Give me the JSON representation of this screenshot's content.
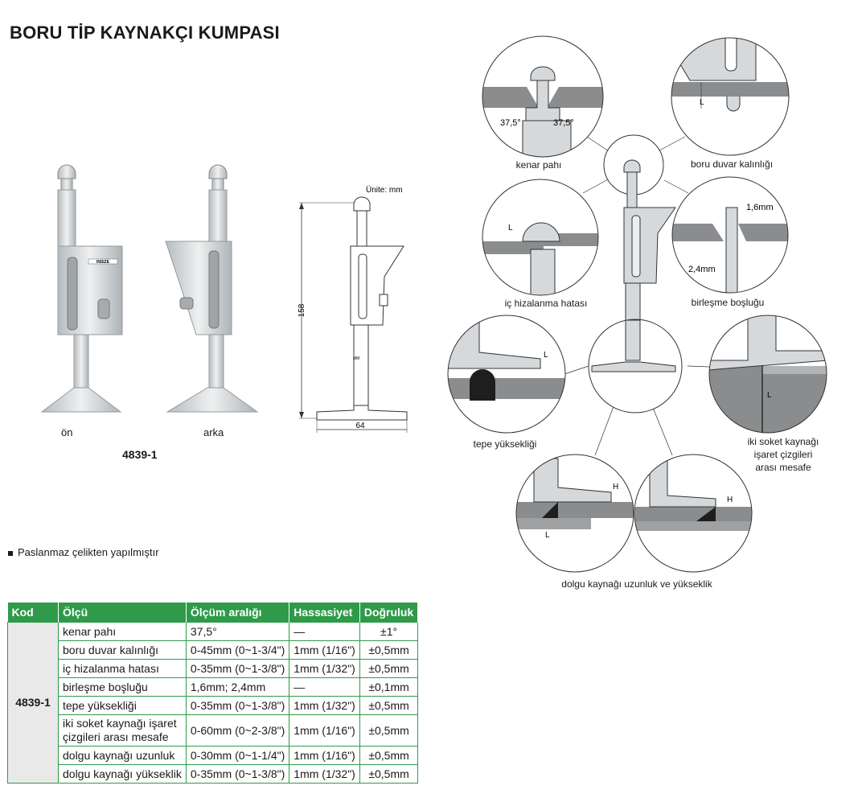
{
  "title": "BORU TİP KAYNAKÇI KUMPASI",
  "photos": {
    "front_label": "ön",
    "back_label": "arka",
    "model": "4839-1",
    "brand": "INSIZE"
  },
  "drawing": {
    "unit": "Ünite: mm",
    "height": "158",
    "width": "64",
    "mm_mark": "MM"
  },
  "feature": "Paslanmaz çelikten yapılmıştır",
  "diagrams": {
    "kenar_pahi": "kenar pahı",
    "angle_left": "37,5°",
    "angle_right": "37,5°",
    "boru_duvar": "boru duvar kalınlığı",
    "ic_hizalanma": "iç hizalanma hatası",
    "birlesme": "birleşme boşluğu",
    "gap1": "1,6mm",
    "gap2": "2,4mm",
    "tepe": "tepe yüksekliği",
    "iki_soket_1": "iki soket kaynağı",
    "iki_soket_2": "işaret çizgileri",
    "iki_soket_3": "arası mesafe",
    "dolgu": "dolgu kaynağı uzunluk ve yükseklik",
    "mark_L": "L",
    "mark_H": "H"
  },
  "table": {
    "headers": [
      "Kod",
      "Ölçü",
      "Ölçüm aralığı",
      "Hassasiyet",
      "Doğruluk"
    ],
    "code": "4839-1",
    "rows": [
      {
        "olcu": "kenar pahı",
        "aralik": "37,5°",
        "hassasiyet": "—",
        "dogruluk": "±1°"
      },
      {
        "olcu": "boru duvar kalınlığı",
        "aralik": "0-45mm (0~1-3/4\")",
        "hassasiyet": "1mm (1/16\")",
        "dogruluk": "±0,5mm"
      },
      {
        "olcu": "iç hizalanma hatası",
        "aralik": "0-35mm (0~1-3/8\")",
        "hassasiyet": "1mm (1/32\")",
        "dogruluk": "±0,5mm"
      },
      {
        "olcu": "birleşme boşluğu",
        "aralik": "1,6mm; 2,4mm",
        "hassasiyet": "—",
        "dogruluk": "±0,1mm"
      },
      {
        "olcu": "tepe yüksekliği",
        "aralik": "0-35mm (0~1-3/8\")",
        "hassasiyet": "1mm (1/32\")",
        "dogruluk": "±0,5mm"
      },
      {
        "olcu_1": "iki soket kaynağı işaret",
        "olcu_2": "çizgileri arası mesafe",
        "aralik": "0-60mm (0~2-3/8\")",
        "hassasiyet": "1mm (1/16\")",
        "dogruluk": "±0,5mm"
      },
      {
        "olcu": "dolgu kaynağı uzunluk",
        "aralik": "0-30mm (0~1-1/4\")",
        "hassasiyet": "1mm (1/16\")",
        "dogruluk": "±0,5mm"
      },
      {
        "olcu": "dolgu kaynağı yükseklik",
        "aralik": "0-35mm (0~1-3/8\")",
        "hassasiyet": "1mm (1/32\")",
        "dogruluk": "±0,5mm"
      }
    ]
  },
  "colors": {
    "accent": "#2f9a49",
    "steel": "#cfd3d6",
    "pipe": "#8a8c8e",
    "code_cell": "#e9e9e9"
  }
}
